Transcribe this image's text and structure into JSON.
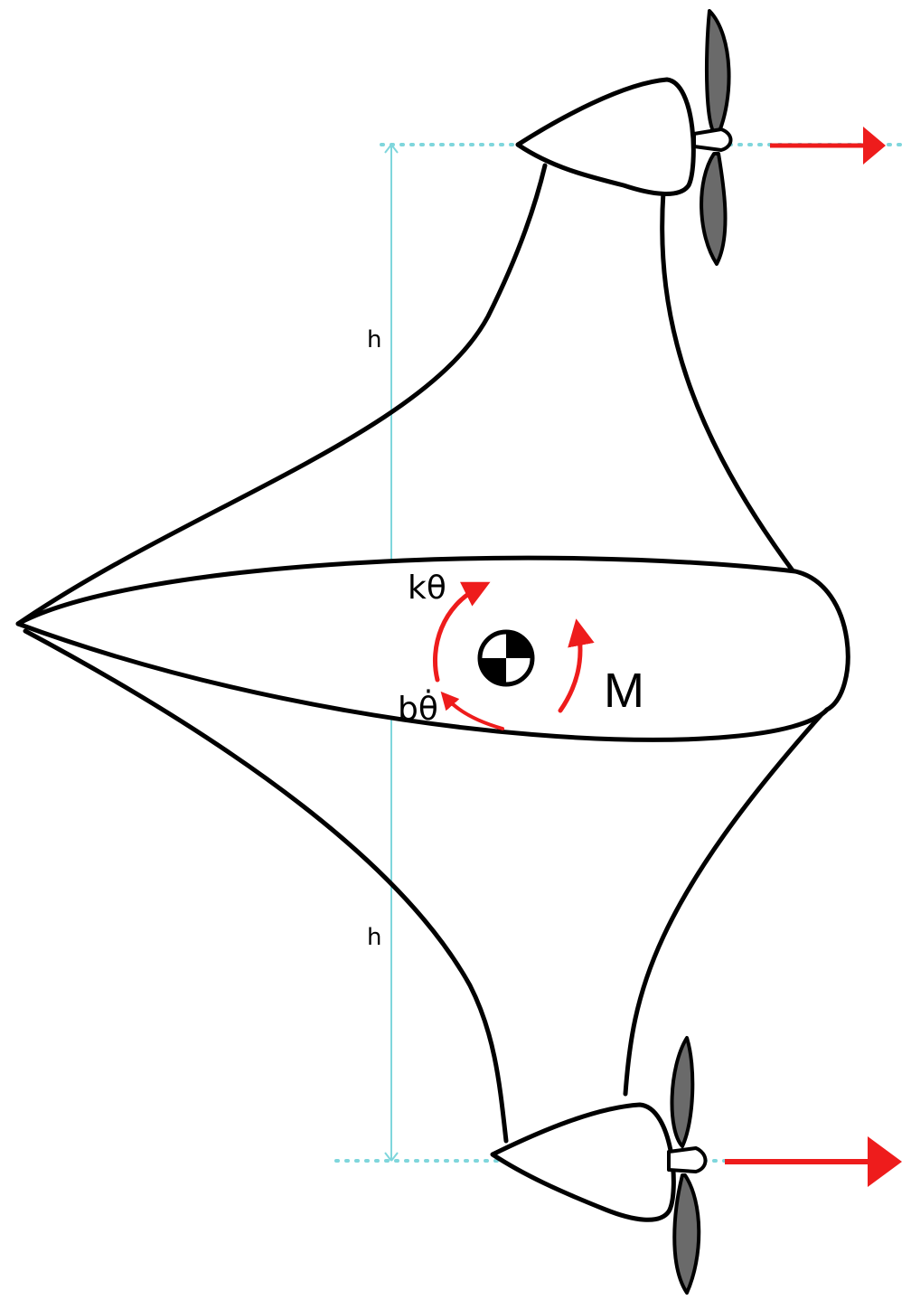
{
  "labels": {
    "upper_dimension": "h",
    "lower_dimension": "h",
    "spring_moment": "kθ",
    "damping_moment": "bθ̇",
    "applied_moment": "M"
  },
  "colors": {
    "outline": "#000000",
    "dimension_line": "#7fd6dc",
    "force_arrow": "#ee1c1c",
    "propeller_blade": "#6a6a6a",
    "fill": "#ffffff"
  },
  "icons": {
    "center_of_mass": "center-of-mass-icon",
    "propeller": "propeller-icon",
    "thrust_arrow": "arrow-right-icon"
  }
}
